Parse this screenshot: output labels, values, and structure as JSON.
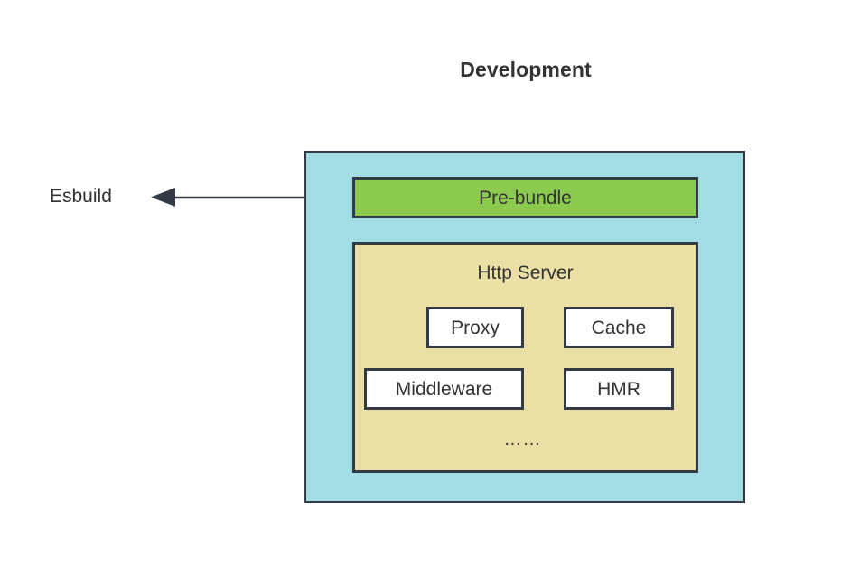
{
  "diagram": {
    "title": "Development",
    "external_node": {
      "label": "Esbuild",
      "connector": "arrow-left"
    },
    "environment": {
      "name": "Development",
      "fill_color": "#a3dde4",
      "border_color": "#333a45",
      "blocks": [
        {
          "id": "pre-bundle",
          "label": "Pre-bundle",
          "fill_color": "#8bc94f"
        },
        {
          "id": "http-server",
          "label": "Http Server",
          "fill_color": "#eadfa5",
          "children": [
            {
              "id": "proxy",
              "label": "Proxy",
              "fill_color": "#ffffff"
            },
            {
              "id": "cache",
              "label": "Cache",
              "fill_color": "#ffffff"
            },
            {
              "id": "middleware",
              "label": "Middleware",
              "fill_color": "#ffffff"
            },
            {
              "id": "hmr",
              "label": "HMR",
              "fill_color": "#ffffff"
            }
          ],
          "more_indicator": "……"
        }
      ]
    }
  }
}
